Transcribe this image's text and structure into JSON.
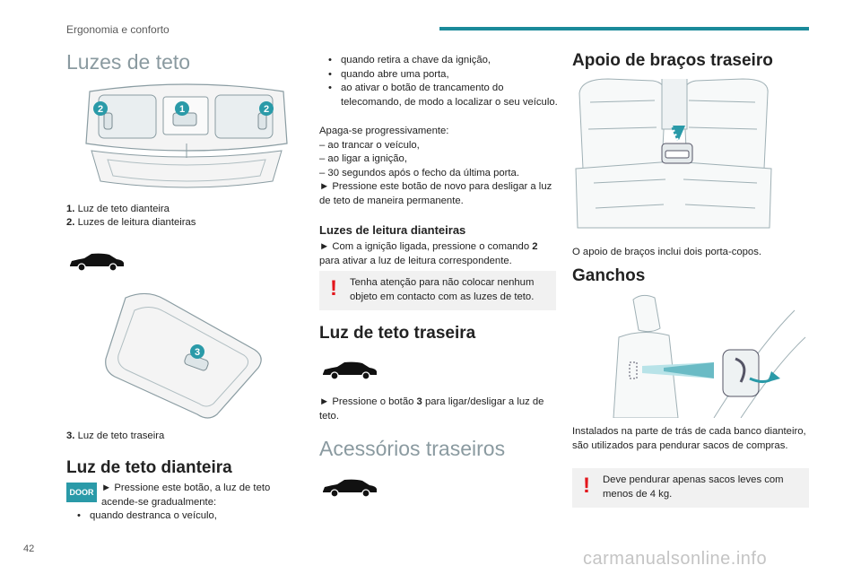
{
  "header": {
    "section": "Ergonomia e conforto",
    "page_number": "42",
    "accent": "#1a8a9a"
  },
  "watermark": "carmanualsonline.info",
  "col1": {
    "title": "Luzes de teto",
    "fig1_badges": [
      "2",
      "1",
      "2"
    ],
    "legend": [
      {
        "num": "1.",
        "text": "Luz de teto dianteira"
      },
      {
        "num": "2.",
        "text": "Luzes de leitura dianteiras"
      }
    ],
    "fig2_badge": "3",
    "legend2": {
      "num": "3.",
      "text": "Luz de teto traseira"
    },
    "h2": "Luz de teto dianteira",
    "door_label": "DOOR",
    "p1a": "► Pressione este botão, a luz de teto",
    "p1b": "acende-se gradualmente:",
    "bullet1": "quando destranca o veículo,"
  },
  "col2": {
    "bullets": [
      "quando retira a chave da ignição,",
      "quando abre uma porta,",
      "ao ativar o botão de trancamento do telecomando, de modo a localizar o seu veículo."
    ],
    "off_intro": "Apaga-se progressivamente:",
    "off_items": [
      "–  ao trancar o veículo,",
      "–  ao ligar a ignição,",
      "–  30 segundos após o fecho da última porta."
    ],
    "p_press_again": "► Pressione este botão de novo para desligar a luz de teto de maneira permanente.",
    "h3": "Luzes de leitura dianteiras",
    "p_reading_a": "► Com a ignição ligada, pressione o comando ",
    "p_reading_b": "2",
    "p_reading_c": " para ativar a luz de leitura correspondente.",
    "warn_text": "Tenha atenção para não colocar nenhum objeto em contacto com as luzes de teto.",
    "h2_rear": "Luz de teto traseira",
    "p_rear_a": "► Pressione o botão ",
    "p_rear_b": "3",
    "p_rear_c": " para ligar/desligar a luz de teto.",
    "h1_access": "Acessórios traseiros"
  },
  "col3": {
    "h2_arm": "Apoio de braços traseiro",
    "arm_caption": "O apoio de braços inclui dois porta-copos.",
    "h2_hooks": "Ganchos",
    "hooks_text": "Instalados na parte de trás de cada banco dianteiro, são utilizados para pendurar sacos de compras.",
    "warn_text": "Deve pendurar apenas sacos leves com menos de 4 kg."
  },
  "colors": {
    "badge": "#2a9aa8",
    "warning": "#e3161c",
    "callout_bg": "#f1f1f1"
  }
}
